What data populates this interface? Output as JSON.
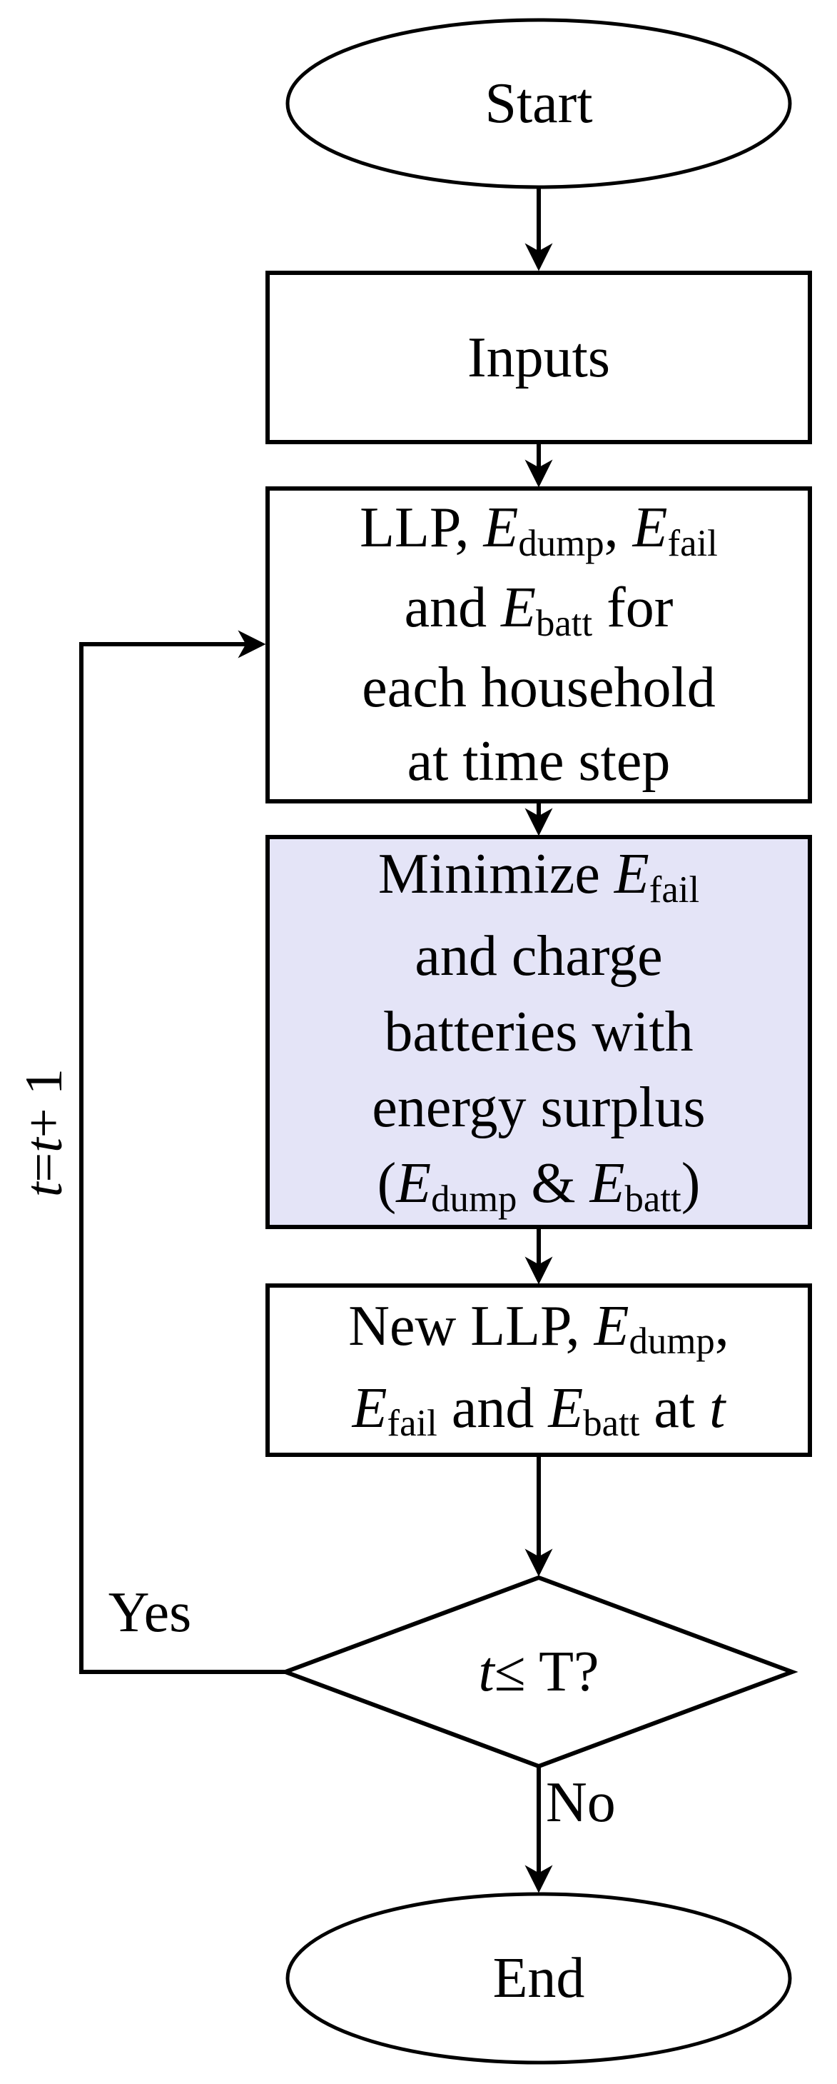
{
  "figure": {
    "background_color": "#ffffff",
    "line_color": "#000000",
    "highlight_fill": "#e4e4f7",
    "node_fill": "#ffffff"
  },
  "nodes": {
    "start": {
      "type": "terminator",
      "label": "Start"
    },
    "inputs": {
      "type": "process",
      "label": "Inputs"
    },
    "compute": {
      "type": "process",
      "lines": [
        [
          {
            "text": "LLP, ",
            "style": "plain"
          },
          {
            "text": "E",
            "style": "var"
          },
          {
            "text": "dump",
            "style": "sub"
          },
          {
            "text": ", ",
            "style": "plain"
          },
          {
            "text": "E",
            "style": "var"
          },
          {
            "text": "fail",
            "style": "sub"
          }
        ],
        [
          {
            "text": "and ",
            "style": "plain"
          },
          {
            "text": "E",
            "style": "var"
          },
          {
            "text": "batt",
            "style": "sub"
          },
          {
            "text": " for",
            "style": "plain"
          }
        ],
        [
          {
            "text": "each household",
            "style": "plain"
          }
        ],
        [
          {
            "text": "at time step",
            "style": "plain"
          }
        ]
      ]
    },
    "minimize": {
      "type": "process-highlighted",
      "lines": [
        [
          {
            "text": "Minimize ",
            "style": "plain"
          },
          {
            "text": "E",
            "style": "var"
          },
          {
            "text": "fail",
            "style": "sub"
          }
        ],
        [
          {
            "text": "and charge",
            "style": "plain"
          }
        ],
        [
          {
            "text": "batteries with",
            "style": "plain"
          }
        ],
        [
          {
            "text": "energy surplus",
            "style": "plain"
          }
        ],
        [
          {
            "text": "(",
            "style": "plain"
          },
          {
            "text": "E",
            "style": "var"
          },
          {
            "text": "dump",
            "style": "sub"
          },
          {
            "text": " & ",
            "style": "plain"
          },
          {
            "text": "E",
            "style": "var"
          },
          {
            "text": "batt",
            "style": "sub"
          },
          {
            "text": ")",
            "style": "plain"
          }
        ]
      ]
    },
    "update": {
      "type": "process",
      "lines": [
        [
          {
            "text": "New LLP, ",
            "style": "plain"
          },
          {
            "text": "E",
            "style": "var"
          },
          {
            "text": "dump",
            "style": "sub"
          },
          {
            "text": ",",
            "style": "plain"
          }
        ],
        [
          {
            "text": "E",
            "style": "var"
          },
          {
            "text": "fail",
            "style": "sub"
          },
          {
            "text": " and ",
            "style": "plain"
          },
          {
            "text": "E",
            "style": "var"
          },
          {
            "text": "batt",
            "style": "sub"
          },
          {
            "text": " at ",
            "style": "plain"
          },
          {
            "text": "t",
            "style": "var"
          }
        ]
      ]
    },
    "decision": {
      "type": "decision",
      "segments": [
        {
          "text": "t",
          "style": "var"
        },
        {
          "text": " ≤ T?",
          "style": "plain"
        }
      ]
    },
    "end": {
      "type": "terminator",
      "label": "End"
    }
  },
  "edges": {
    "yes_label": "Yes",
    "no_label": "No",
    "loop_label": [
      {
        "text": "t",
        "style": "var"
      },
      {
        "text": " = ",
        "style": "plain"
      },
      {
        "text": "t",
        "style": "var"
      },
      {
        "text": " + 1",
        "style": "plain"
      }
    ]
  }
}
